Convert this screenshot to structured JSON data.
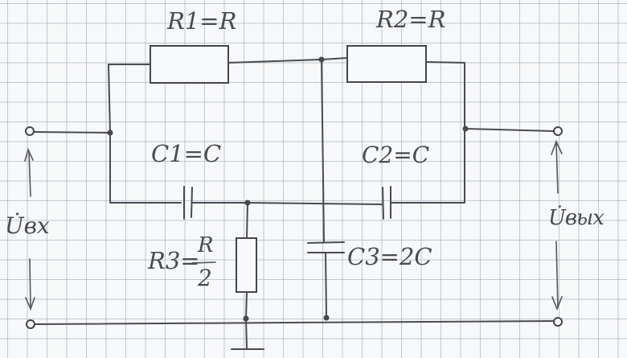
{
  "labels": {
    "r1": "R1=R",
    "r2": "R2=R",
    "c1": "C1=C",
    "c2": "C2=C",
    "r3_left": "R3=",
    "r3_num": "R",
    "r3_den": "2",
    "c3": "C3=2C",
    "u_in": "U̇вх",
    "u_out": "U̇вых"
  },
  "colors": {
    "ink": "#4a4a52",
    "paper": "#f7f8f9",
    "grid": "#a0aabb"
  }
}
